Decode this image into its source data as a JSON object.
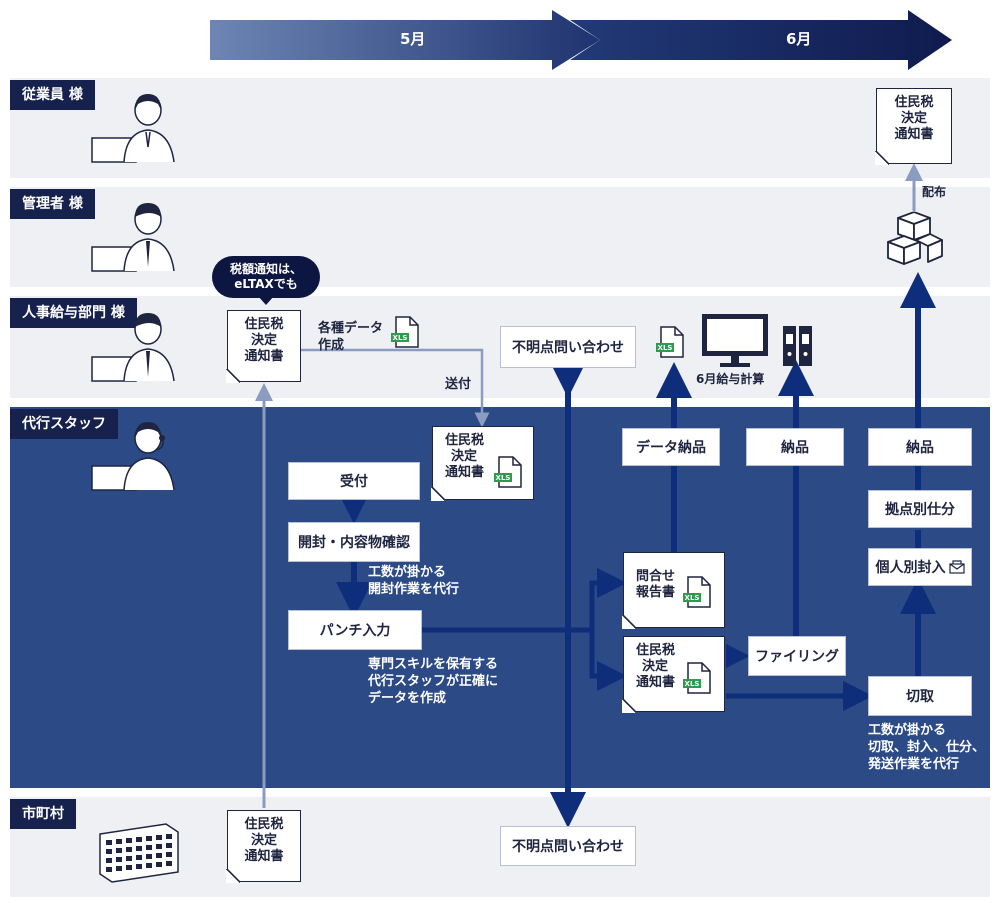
{
  "timeline": {
    "month1": "5月",
    "month2": "6月"
  },
  "lanes": {
    "employee": "従業員 様",
    "manager": "管理者 様",
    "hr": "人事給与部門 様",
    "staff": "代行スタッフ",
    "city": "市町村"
  },
  "bubble": {
    "line1": "税額通知は、",
    "line2": "eLTAXでも"
  },
  "docs": {
    "tax_notice_line1": "住民税",
    "tax_notice_line2": "決定",
    "tax_notice_line3": "通知書",
    "inquiry_report_line1": "問合せ",
    "inquiry_report_line2": "報告書"
  },
  "labels": {
    "various_data_line1": "各種データ",
    "various_data_line2": "作成",
    "send": "送付",
    "unknown_inquiry_hr": "不明点問い合わせ",
    "unknown_inquiry_city": "不明点問い合わせ",
    "payroll_calc": "6月給与計算",
    "distribute": "配布",
    "data_delivery": "データ納品",
    "delivery_mid": "納品",
    "delivery_right": "納品",
    "receive": "受付",
    "open_check": "開封・内容物確認",
    "punch": "パンチ入力",
    "filing": "ファイリング",
    "cut": "切取",
    "by_location": "拠点別仕分",
    "individual_seal": "個人別封入",
    "labor1_line1": "工数が掛かる",
    "labor1_line2": "開封作業を代行",
    "expert_line1": "専門スキルを保有する",
    "expert_line2": "代行スタッフが正確に",
    "expert_line3": "データを作成",
    "labor2_line1": "工数が掛かる",
    "labor2_line2": "切取、封入、仕分、",
    "labor2_line3": "発送作業を代行"
  },
  "xls_label": "XLS",
  "icons": [
    "employee-avatar-icon",
    "manager-avatar-icon",
    "hr-avatar-icon",
    "staff-headset-avatar-icon",
    "city-building-icon",
    "xls-file-icon",
    "monitor-icon",
    "binder-icon",
    "boxes-icon",
    "envelope-icon"
  ],
  "colors": {
    "navy": "#16214e",
    "arrow": "#0e2d7a",
    "lane_dark": "#2b4a86",
    "lane_light": "#eef0f4",
    "light_arrow": "#8a9cc0",
    "xls_green": "#2e9b4f"
  }
}
